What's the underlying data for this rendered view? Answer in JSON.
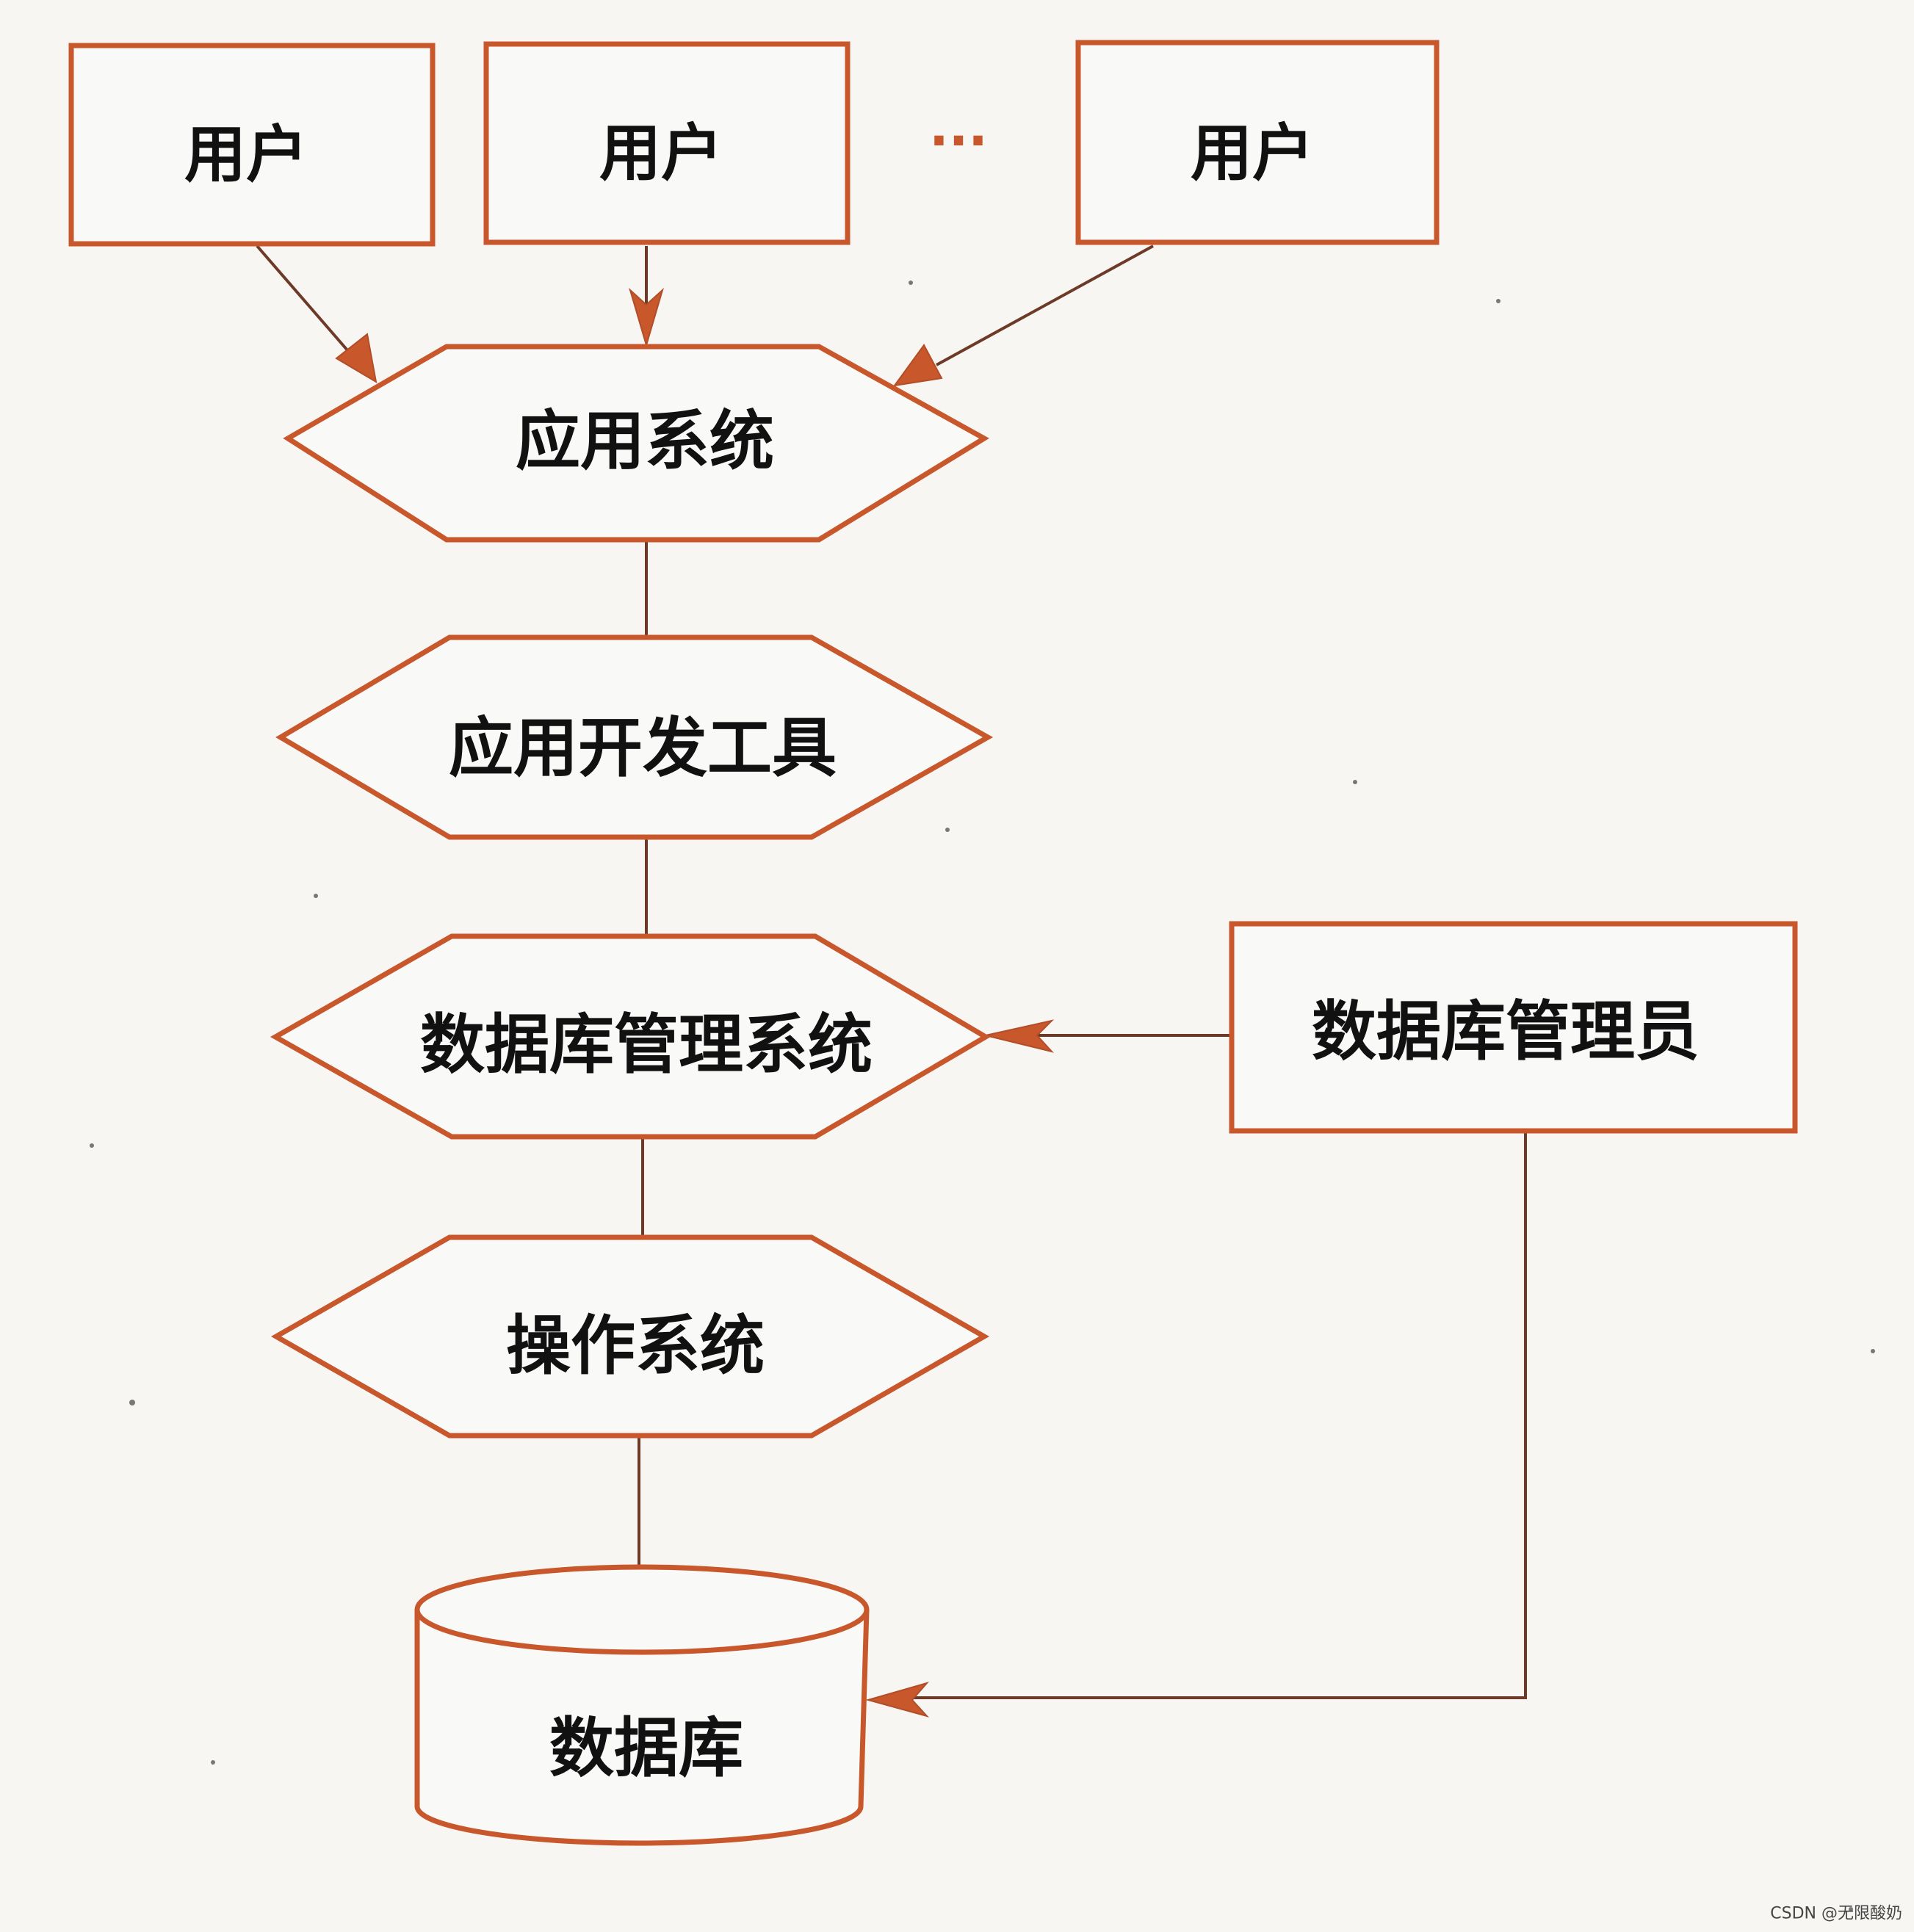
{
  "colors": {
    "shape_stroke": "#c8572c",
    "connector": "#6e3a28",
    "background": "#f7f6f3",
    "text": "#111111"
  },
  "users": [
    "用户",
    "用户",
    "用户"
  ],
  "ellipsis": "···",
  "layers": {
    "application_system": "应用系统",
    "dev_tools": "应用开发工具",
    "dbms": "数据库管理系统",
    "os": "操作系统"
  },
  "dba": "数据库管理员",
  "database": "数据库",
  "watermark": "CSDN @无限酸奶"
}
